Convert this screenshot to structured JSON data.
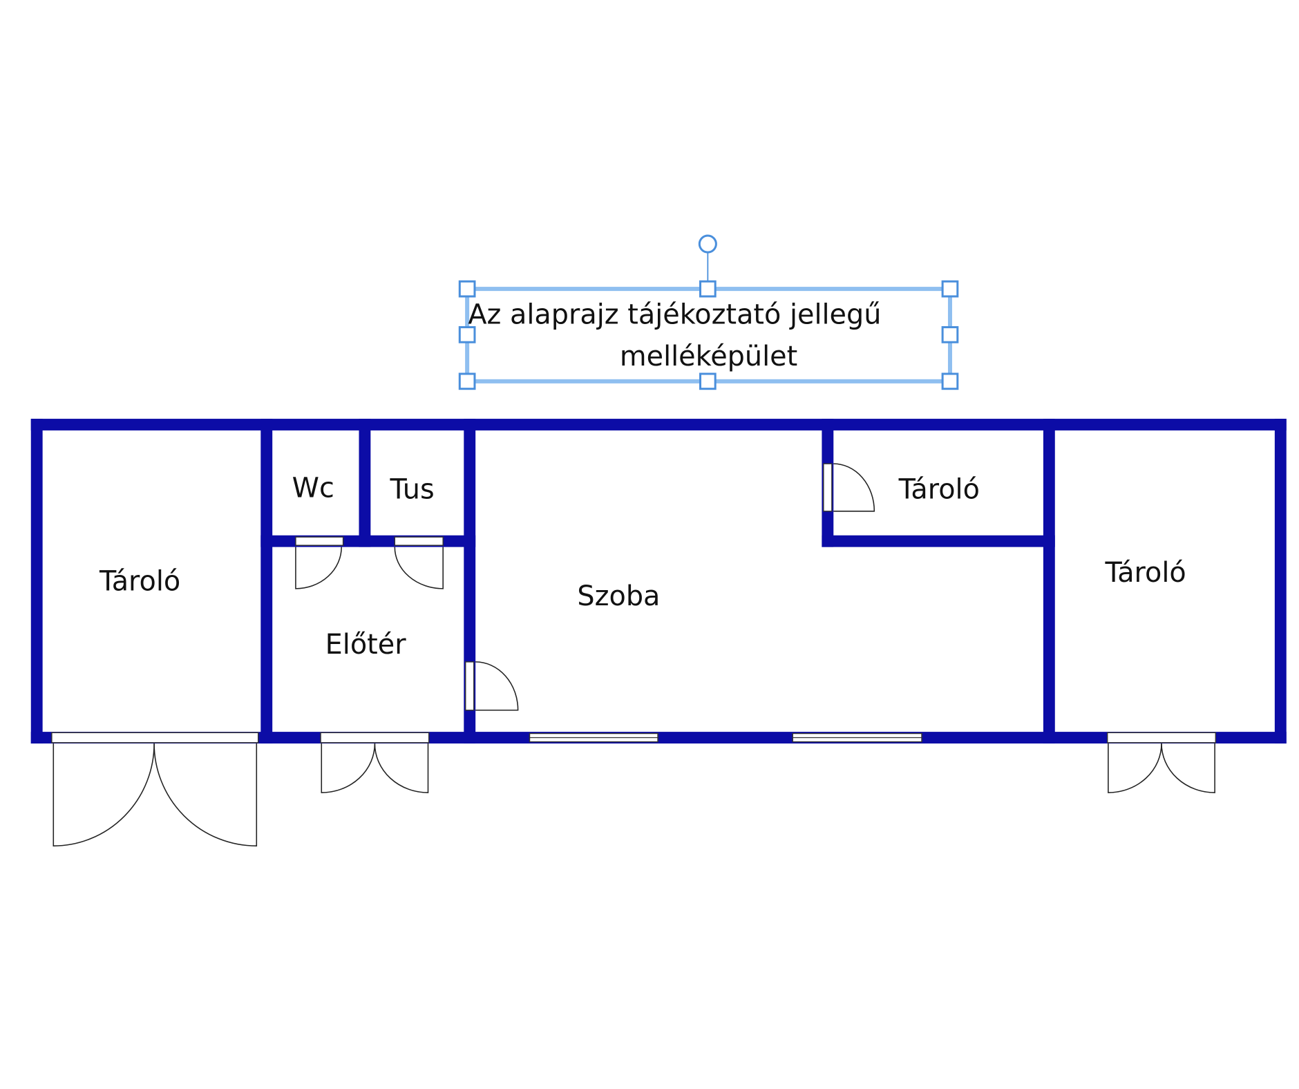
{
  "annotation": {
    "line1": "Az alaprajz tájékoztató jellegű",
    "line2": "melléképület"
  },
  "rooms": {
    "left_storage": "Tároló",
    "wc": "Wc",
    "shower": "Tus",
    "hall": "Előtér",
    "room": "Szoba",
    "small_storage": "Tároló",
    "right_storage": "Tároló"
  },
  "colors": {
    "wall": "#0c0ca6",
    "selection": "#8fbff0",
    "handle": "#4a8fdc"
  }
}
